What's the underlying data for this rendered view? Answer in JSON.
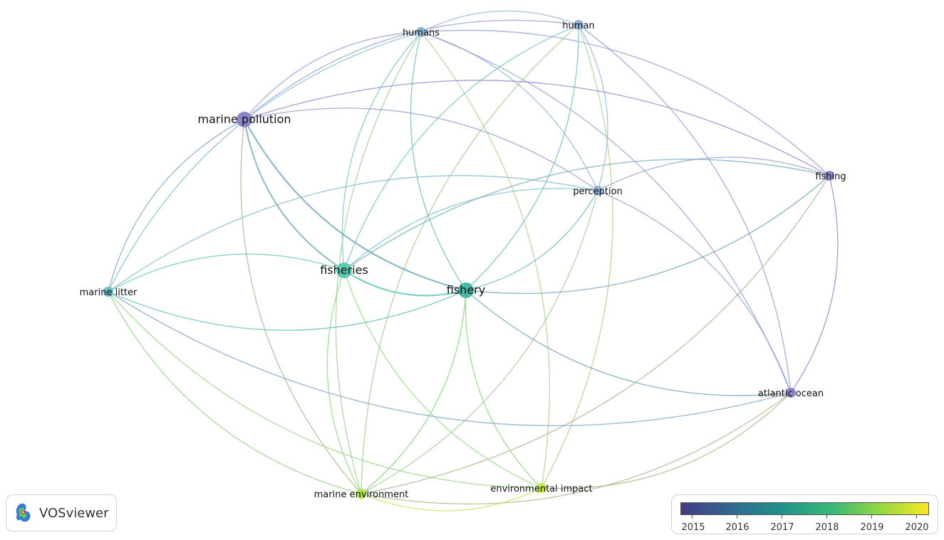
{
  "nodes": [
    {
      "id": "marine_pollution",
      "label": "marine pollution",
      "color": "#8c86c8"
    },
    {
      "id": "humans",
      "label": "humans",
      "color": "#8fb3d6"
    },
    {
      "id": "human",
      "label": "human",
      "color": "#8fb3d6"
    },
    {
      "id": "perception",
      "label": "perception",
      "color": "#8fb3d6"
    },
    {
      "id": "fishing",
      "label": "fishing",
      "color": "#8c86c8"
    },
    {
      "id": "fisheries",
      "label": "fisheries",
      "color": "#5cc9b4"
    },
    {
      "id": "fishery",
      "label": "fishery",
      "color": "#49b9a5"
    },
    {
      "id": "marine_litter",
      "label": "marine litter",
      "color": "#6cbcc4"
    },
    {
      "id": "atlantic_ocean",
      "label": "atlantic ocean",
      "color": "#8c86c8"
    },
    {
      "id": "marine_environment",
      "label": "marine environment",
      "color": "#b5e34a"
    },
    {
      "id": "environmental_impact",
      "label": "environmental impact",
      "color": "#c4ea45"
    }
  ],
  "edges": [
    [
      "humans",
      "human"
    ],
    [
      "humans",
      "marine_pollution"
    ],
    [
      "humans",
      "marine_litter"
    ],
    [
      "humans",
      "fisheries"
    ],
    [
      "humans",
      "fishery"
    ],
    [
      "humans",
      "perception"
    ],
    [
      "humans",
      "fishing"
    ],
    [
      "humans",
      "atlantic_ocean"
    ],
    [
      "humans",
      "marine_environment"
    ],
    [
      "humans",
      "environmental_impact"
    ],
    [
      "human",
      "marine_pollution"
    ],
    [
      "human",
      "fisheries"
    ],
    [
      "human",
      "fishery"
    ],
    [
      "human",
      "perception"
    ],
    [
      "human",
      "atlantic_ocean"
    ],
    [
      "human",
      "marine_environment"
    ],
    [
      "human",
      "environmental_impact"
    ],
    [
      "marine_pollution",
      "marine_litter"
    ],
    [
      "marine_pollution",
      "fisheries"
    ],
    [
      "marine_pollution",
      "fishery"
    ],
    [
      "marine_pollution",
      "perception"
    ],
    [
      "marine_pollution",
      "fishing"
    ],
    [
      "marine_pollution",
      "marine_environment"
    ],
    [
      "perception",
      "fisheries"
    ],
    [
      "perception",
      "fishery"
    ],
    [
      "perception",
      "fishing"
    ],
    [
      "perception",
      "marine_litter"
    ],
    [
      "perception",
      "atlantic_ocean"
    ],
    [
      "perception",
      "marine_environment"
    ],
    [
      "fishing",
      "fisheries"
    ],
    [
      "fishing",
      "fishery"
    ],
    [
      "fishing",
      "atlantic_ocean"
    ],
    [
      "fishing",
      "marine_environment"
    ],
    [
      "fisheries",
      "fishery"
    ],
    [
      "fisheries",
      "marine_litter"
    ],
    [
      "fisheries",
      "marine_environment"
    ],
    [
      "fisheries",
      "environmental_impact"
    ],
    [
      "fishery",
      "marine_litter"
    ],
    [
      "fishery",
      "atlantic_ocean"
    ],
    [
      "fishery",
      "marine_environment"
    ],
    [
      "fishery",
      "environmental_impact"
    ],
    [
      "marine_litter",
      "marine_environment"
    ],
    [
      "marine_litter",
      "environmental_impact"
    ],
    [
      "marine_litter",
      "atlantic_ocean"
    ],
    [
      "atlantic_ocean",
      "marine_environment"
    ],
    [
      "atlantic_ocean",
      "environmental_impact"
    ],
    [
      "marine_environment",
      "environmental_impact"
    ]
  ],
  "logo": {
    "text": "VOSviewer"
  },
  "scale": {
    "labels": [
      "2015",
      "2016",
      "2017",
      "2018",
      "2019",
      "2020"
    ]
  }
}
